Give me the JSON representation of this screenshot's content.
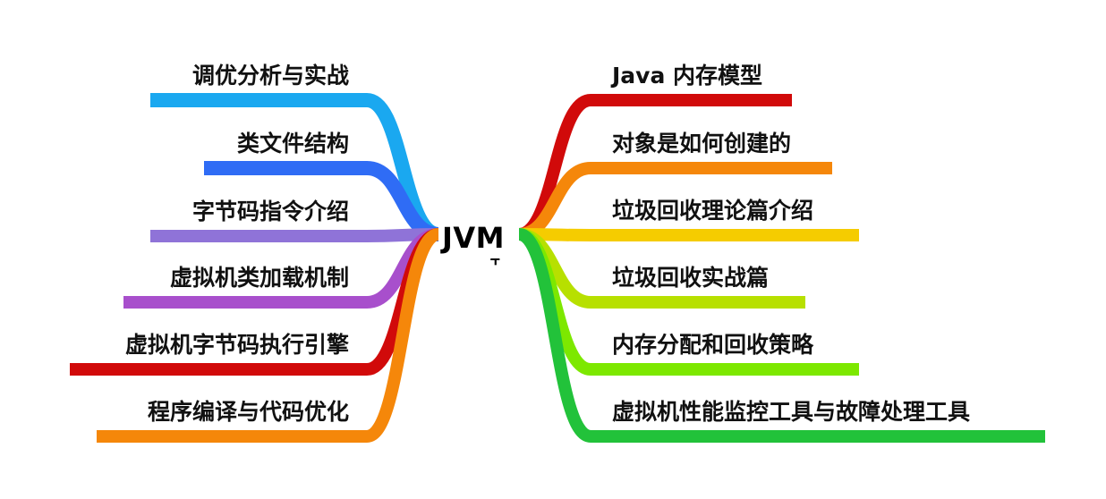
{
  "center": {
    "title": "JVM",
    "collapse_glyph": "⫟"
  },
  "left_branches": [
    {
      "label": "调优分析与实战",
      "color": "#1aa8f0"
    },
    {
      "label": "类文件结构",
      "color": "#2f6cf5"
    },
    {
      "label": "字节码指令介绍",
      "color": "#8f73d8"
    },
    {
      "label": "虚拟机类加载机制",
      "color": "#a84fcc"
    },
    {
      "label": "虚拟机字节码执行引擎",
      "color": "#d10a0a"
    },
    {
      "label": "程序编译与代码优化",
      "color": "#f5870a"
    }
  ],
  "right_branches": [
    {
      "label": "Java 内存模型",
      "color": "#d10a0a"
    },
    {
      "label": "对象是如何创建的",
      "color": "#f5870a"
    },
    {
      "label": "垃圾回收理论篇介绍",
      "color": "#f5cc00"
    },
    {
      "label": "垃圾回收实战篇",
      "color": "#b7e000"
    },
    {
      "label": "内存分配和回收策略",
      "color": "#7de800"
    },
    {
      "label": "虚拟机性能监控工具与故障处理工具",
      "color": "#22c23a"
    }
  ]
}
